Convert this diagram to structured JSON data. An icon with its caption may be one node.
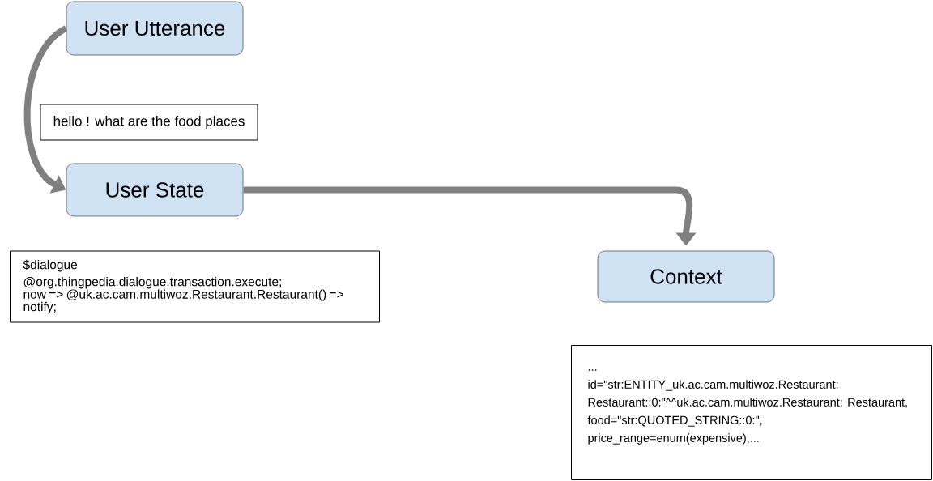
{
  "diagram": {
    "nodes": [
      {
        "text": [
          "User Utterance"
        ]
      },
      {
        "text": [
          "hello ! what are the food places"
        ]
      },
      {
        "text": [
          "User State"
        ]
      },
      {
        "text": [
          "$dialogue",
          "@org.thingpedia.dialogue.transaction.execute;",
          "now => @uk.ac.cam.multiwoz.Restaurant.Restaurant() => notify;"
        ]
      },
      {
        "text": [
          "Context"
        ]
      },
      {
        "text": [
          "...",
          "id=\"str:ENTITY_uk.ac.cam.multiwoz.Restaurant: Restaurant::0:\"^^uk.ac.cam.multiwoz.Restaurant: Restaurant, food=\"str:QUOTED_STRING::0:\", price_range=enum(expensive),..."
        ]
      }
    ],
    "edges": [
      {
        "from": 0,
        "to": 2,
        "arrow": "to"
      },
      {
        "from": 2,
        "to": 4,
        "arrow": "to"
      }
    ]
  }
}
